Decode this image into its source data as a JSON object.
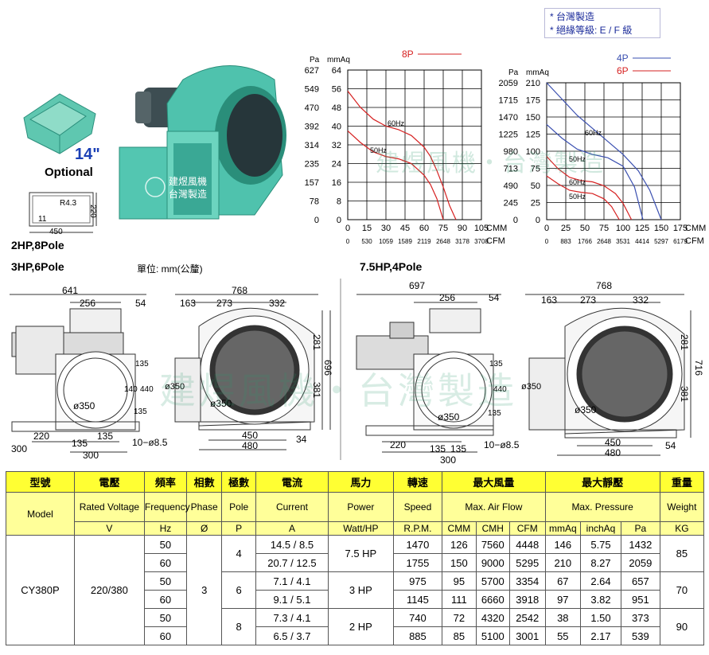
{
  "notes": [
    "* 台灣製造",
    "* 絕緣等級: E / F 級"
  ],
  "labels": {
    "optional_size": "14\"",
    "optional": "Optional",
    "model_2hp": "2HP,8Pole",
    "model_3hp": "3HP,6Pole",
    "unit": "單位: mm(公釐)",
    "model_75hp": "7.5HP,4Pole",
    "flange_r": "R4.3",
    "flange_h": "220",
    "flange_t": "11",
    "flange_w": "450",
    "watermark": "建煜風機・台灣製造",
    "photo_brand": "建煜風機",
    "photo_made": "台灣製造"
  },
  "dims_left": {
    "d641": "641",
    "d256": "256",
    "d54": "54",
    "d768": "768",
    "d163": "163",
    "d273": "273",
    "d332": "332",
    "d135a": "135",
    "d140": "140",
    "d440": "440",
    "d135b": "135",
    "d350a": "ø350",
    "d350b": "ø350",
    "d350c": "ø350",
    "d220": "220",
    "d135c": "135",
    "d135d": "135",
    "d300a": "300",
    "d300b": "300",
    "d85": "10−ø8.5",
    "d450": "450",
    "d480": "480",
    "d34": "34",
    "d281": "281",
    "d696": "696",
    "d381": "381"
  },
  "dims_right": {
    "d697": "697",
    "d256": "256",
    "d54": "54",
    "d768": "768",
    "d163": "163",
    "d273": "273",
    "d332": "332",
    "d135a": "135",
    "d440": "440",
    "d135b": "135",
    "d350a": "ø350",
    "d350b": "ø350",
    "d350c": "ø350",
    "d220": "220",
    "d135c": "135",
    "d135d": "135",
    "d300": "300",
    "d85": "10−ø8.5",
    "d450": "450",
    "d480": "480",
    "d54b": "54",
    "d281": "281",
    "d716": "716",
    "d381": "381"
  },
  "chart_data": [
    {
      "type": "line",
      "title": "",
      "legend": [
        "8P"
      ],
      "y1_label": "Pa",
      "y2_label": "mmAq",
      "y1_ticks": [
        "627",
        "549",
        "470",
        "392",
        "314",
        "235",
        "157",
        "78",
        "0"
      ],
      "y2_ticks": [
        "64",
        "56",
        "48",
        "40",
        "32",
        "24",
        "16",
        "8",
        "0"
      ],
      "x_cmm_ticks": [
        "0",
        "15",
        "30",
        "45",
        "60",
        "75",
        "90",
        "105"
      ],
      "x_cfm_ticks": [
        "0",
        "530",
        "1059",
        "1589",
        "2119",
        "2648",
        "3178",
        "3708"
      ],
      "x_unit": "CMM",
      "x2_unit": "CFM",
      "annotations": [
        "60Hz",
        "50Hz"
      ],
      "xlim": [
        0,
        105
      ],
      "ylim": [
        0,
        64
      ],
      "series": [
        {
          "name": "60Hz",
          "x": [
            0,
            10,
            20,
            30,
            40,
            50,
            60,
            65,
            70,
            75,
            80,
            85
          ],
          "y": [
            55,
            48,
            43,
            40,
            38.5,
            36,
            31,
            27,
            21,
            14,
            6,
            0
          ]
        },
        {
          "name": "50Hz",
          "x": [
            0,
            10,
            20,
            30,
            40,
            50,
            60,
            65,
            70,
            75
          ],
          "y": [
            38,
            33,
            29,
            27,
            26,
            24,
            19,
            15,
            9,
            0
          ]
        }
      ],
      "color": "#d62020"
    },
    {
      "type": "line",
      "title": "",
      "legend": [
        "4P",
        "6P"
      ],
      "y1_label": "Pa",
      "y2_label": "mmAq",
      "y1_ticks": [
        "2059",
        "1715",
        "1470",
        "1225",
        "980",
        "713",
        "490",
        "245",
        "0"
      ],
      "y2_ticks": [
        "210",
        "175",
        "150",
        "125",
        "100",
        "75",
        "50",
        "25",
        "0"
      ],
      "x_cmm_ticks": [
        "0",
        "25",
        "50",
        "75",
        "100",
        "125",
        "150",
        "175"
      ],
      "x_cfm_ticks": [
        "0",
        "883",
        "1766",
        "2648",
        "3531",
        "4414",
        "5297",
        "6179"
      ],
      "x_unit": "CMM",
      "x2_unit": "CFM",
      "annotations": [
        "60Hz",
        "50Hz",
        "60Hz",
        "50Hz"
      ],
      "xlim": [
        0,
        175
      ],
      "ylim": [
        0,
        210
      ],
      "series": [
        {
          "name": "4P 60Hz",
          "x": [
            0,
            20,
            40,
            60,
            80,
            100,
            120,
            135,
            150
          ],
          "y": [
            210,
            185,
            160,
            140,
            120,
            100,
            75,
            45,
            0
          ]
        },
        {
          "name": "4P 50Hz",
          "x": [
            0,
            20,
            40,
            60,
            80,
            100,
            115,
            126
          ],
          "y": [
            146,
            125,
            108,
            100,
            95,
            82,
            50,
            0
          ]
        },
        {
          "name": "6P 60Hz",
          "x": [
            0,
            15,
            30,
            45,
            60,
            75,
            90,
            100,
            111
          ],
          "y": [
            97,
            78,
            65,
            60,
            58,
            52,
            40,
            25,
            0
          ]
        },
        {
          "name": "6P 50Hz",
          "x": [
            0,
            15,
            30,
            45,
            60,
            75,
            85,
            95
          ],
          "y": [
            67,
            55,
            45,
            42,
            40,
            32,
            20,
            0
          ]
        }
      ],
      "colors": {
        "4P": "#3a4fb0",
        "6P": "#d62020"
      }
    }
  ],
  "table": {
    "h1": [
      "型號",
      "電壓",
      "頻率",
      "相數",
      "極數",
      "電流",
      "馬力",
      "轉速",
      "最大風量",
      "最大靜壓",
      "重量"
    ],
    "h2": [
      "Model",
      "Rated Voltage",
      "Frequency",
      "Phase",
      "Pole",
      "Current",
      "Power",
      "Speed",
      "Max. Air Flow",
      "Max. Pressure",
      "Weight"
    ],
    "h3": [
      "V",
      "Hz",
      "Ø",
      "P",
      "A",
      "Watt/HP",
      "R.P.M.",
      "CMM",
      "CMH",
      "CFM",
      "mmAq",
      "inchAq",
      "Pa",
      "KG"
    ],
    "model": "CY380P",
    "voltage": "220/380",
    "phase": "3",
    "rows": [
      {
        "hz": "50",
        "a": "14.5 / 8.5",
        "rpm": "1470",
        "cmm": "126",
        "cmh": "7560",
        "cfm": "4448",
        "mmaq": "146",
        "inch": "5.75",
        "pa": "1432"
      },
      {
        "hz": "60",
        "a": "20.7 / 12.5",
        "rpm": "1755",
        "cmm": "150",
        "cmh": "9000",
        "cfm": "5295",
        "mmaq": "210",
        "inch": "8.27",
        "pa": "2059"
      },
      {
        "hz": "50",
        "a": "7.1 / 4.1",
        "rpm": "975",
        "cmm": "95",
        "cmh": "5700",
        "cfm": "3354",
        "mmaq": "67",
        "inch": "2.64",
        "pa": "657"
      },
      {
        "hz": "60",
        "a": "9.1 / 5.1",
        "rpm": "1145",
        "cmm": "111",
        "cmh": "6660",
        "cfm": "3918",
        "mmaq": "97",
        "inch": "3.82",
        "pa": "951"
      },
      {
        "hz": "50",
        "a": "7.3 / 4.1",
        "rpm": "740",
        "cmm": "72",
        "cmh": "4320",
        "cfm": "2542",
        "mmaq": "38",
        "inch": "1.50",
        "pa": "373"
      },
      {
        "hz": "60",
        "a": "6.5 / 3.7",
        "rpm": "885",
        "cmm": "85",
        "cmh": "5100",
        "cfm": "3001",
        "mmaq": "55",
        "inch": "2.17",
        "pa": "539"
      }
    ],
    "groups": [
      {
        "pole": "4",
        "power": "7.5 HP",
        "weight": "85"
      },
      {
        "pole": "6",
        "power": "3 HP",
        "weight": "70"
      },
      {
        "pole": "8",
        "power": "2 HP",
        "weight": "90"
      }
    ]
  }
}
